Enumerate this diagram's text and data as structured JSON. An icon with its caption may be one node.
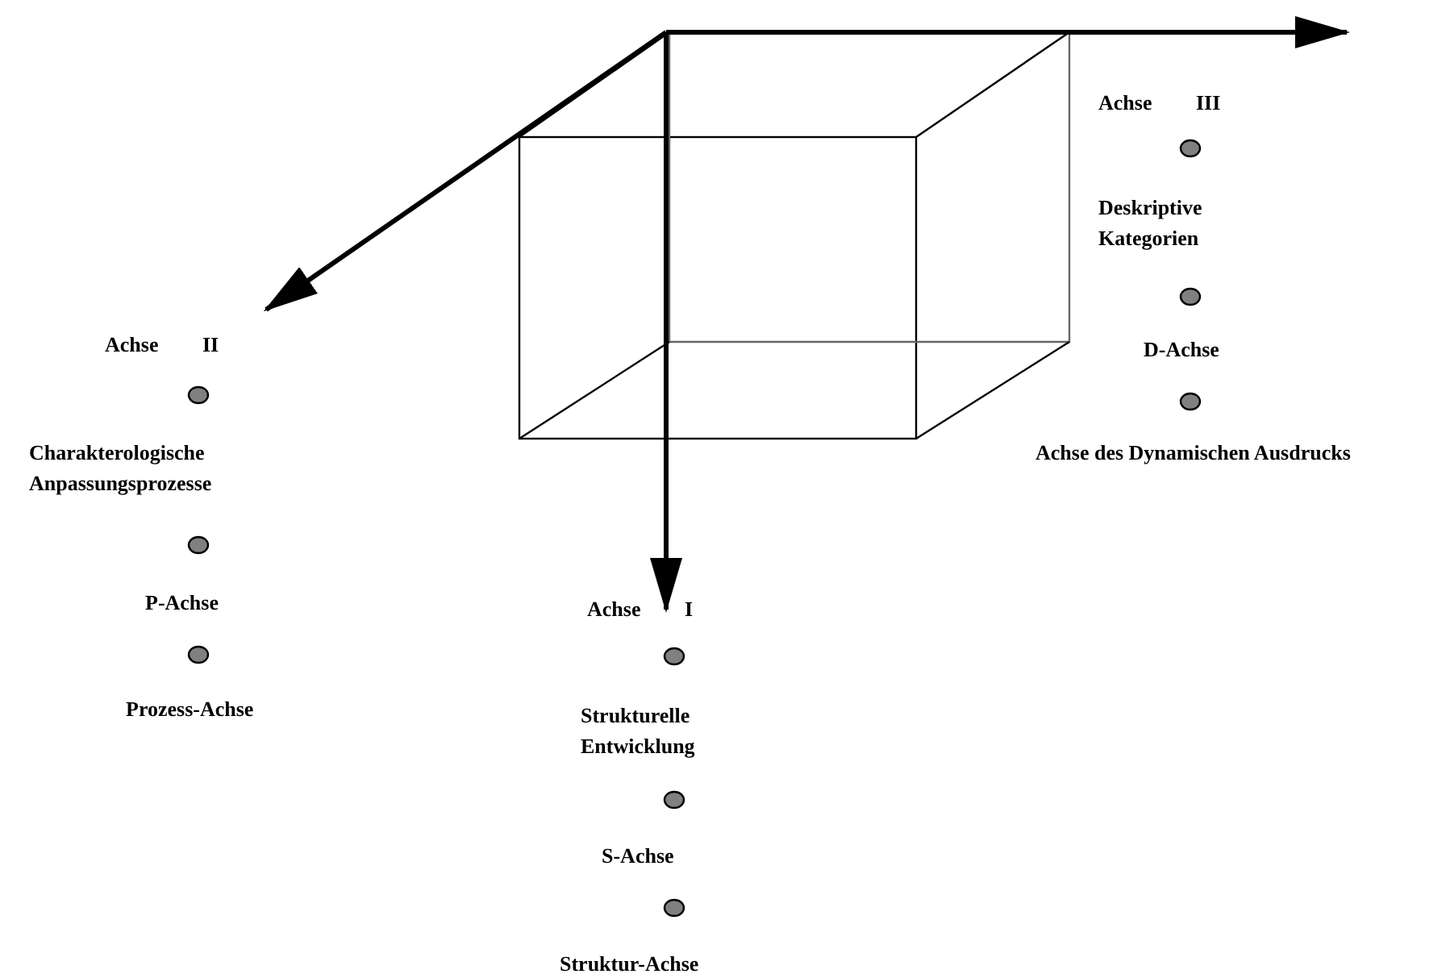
{
  "diagram": {
    "labels": [
      "Achse III",
      "Deskriptive Kategorien",
      "D-Achse",
      "Achse des Dynamischen Ausdrucks",
      "Achse II",
      "Charakterologische Anpassungsprozesse",
      "P-Achse",
      "Prozess-Achse",
      "Achse I",
      "Strukturelle Entwicklung",
      "S-Achse",
      "Struktur-Achse"
    ]
  }
}
